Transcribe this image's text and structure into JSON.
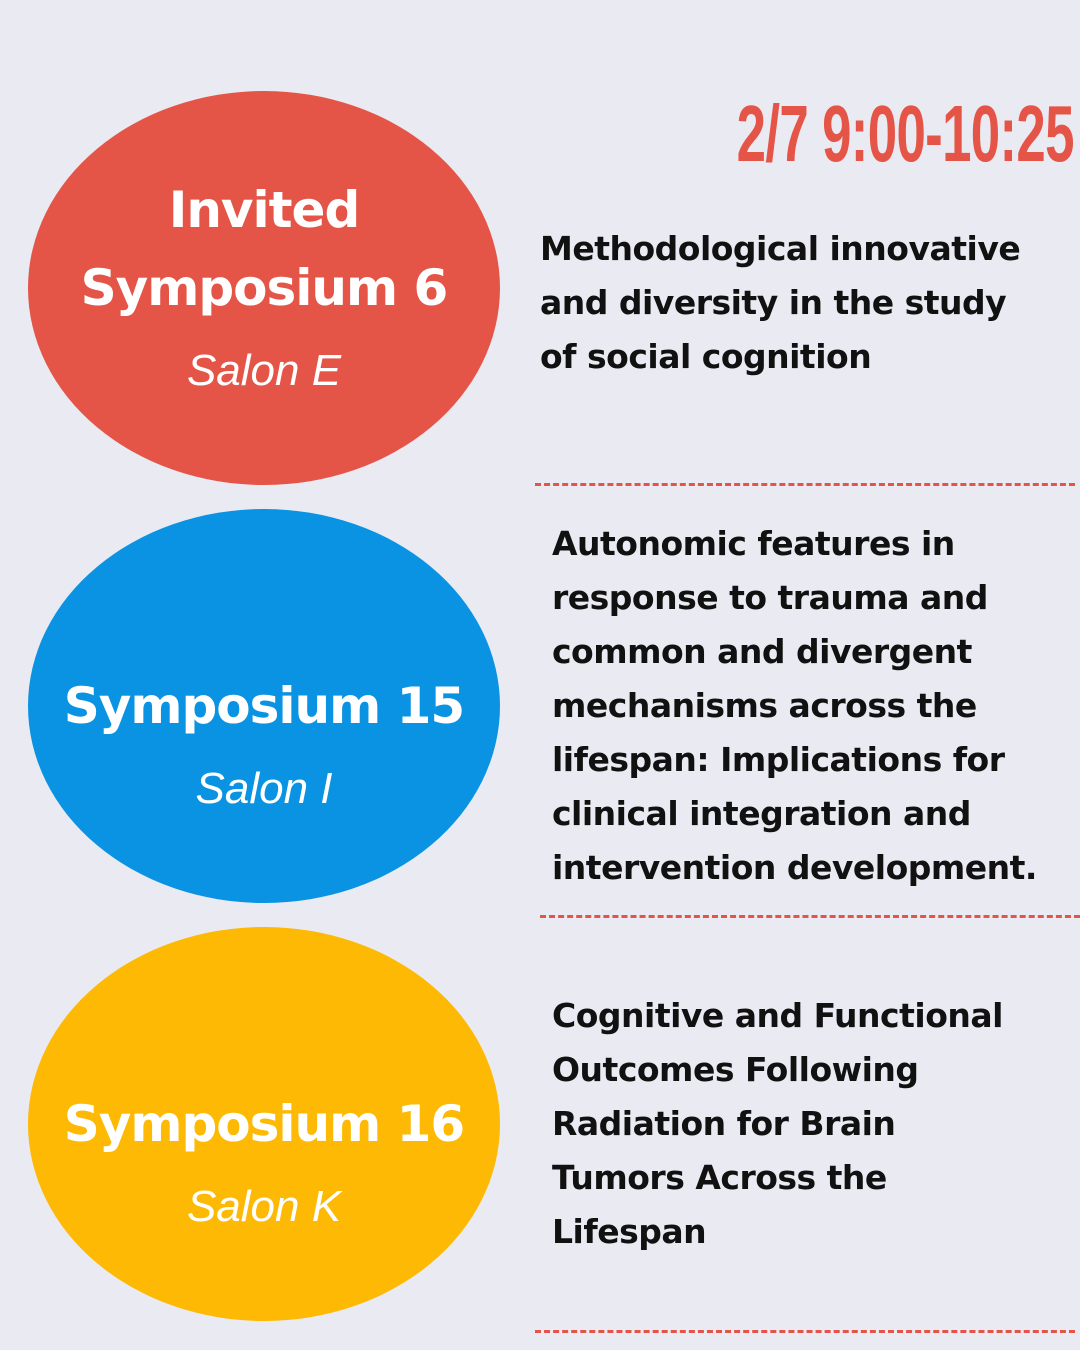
{
  "header": {
    "datetime": "2/7 9:00-10:25"
  },
  "sessions": [
    {
      "title_lines": [
        "Invited",
        "Symposium 6"
      ],
      "room": "Salon E",
      "color": "#E55547",
      "description_lines": [
        "Methodological innovative",
        "and diversity in the study",
        "of social cognition"
      ]
    },
    {
      "title_lines": [
        "Symposium 15"
      ],
      "room": "Salon I",
      "color": "#0A93E2",
      "description_lines": [
        "Autonomic features in",
        "response to trauma and",
        "common and divergent",
        "mechanisms across the",
        "lifespan: Implications for",
        "clinical integration and",
        "intervention development."
      ]
    },
    {
      "title_lines": [
        "Symposium 16"
      ],
      "room": "Salon K",
      "color": "#FDB903",
      "description_lines": [
        "Cognitive and Functional",
        "Outcomes Following",
        "Radiation for Brain",
        "Tumors Across the",
        "Lifespan"
      ]
    }
  ]
}
